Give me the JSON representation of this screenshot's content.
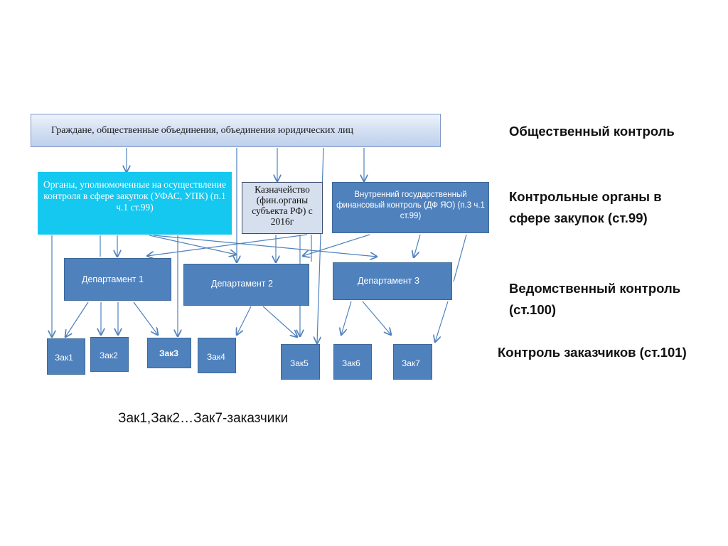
{
  "diagram": {
    "top_box": "Граждане, общественные объединения, объединения юридических лиц",
    "organs_box": "Органы, уполномоченные на осуществление контроля в сфере закупок (УФАС, УПК) (п.1 ч.1 ст.99)",
    "treasury_box": "Казначейство (фин.органы субъекта РФ) с 2016г",
    "internal_box": "Внутренний государственный финансовый контроль (ДФ ЯО) (п.3 ч.1 ст.99)",
    "departments": [
      "Департамент 1",
      "Департамент 2",
      "Департамент 3"
    ],
    "customers": [
      "Зак1",
      "Зак2",
      "Зак3",
      "Зак4",
      "Зак5",
      "Зак6",
      "Зак7"
    ]
  },
  "side_labels": {
    "public_control": "Общественный контроль",
    "control_organs": "Контрольные органы в сфере закупок (ст.99)",
    "departmental_control": "Ведомственный контроль (ст.100)",
    "customer_control": "Контроль заказчиков (ст.101)"
  },
  "legend": "Зак1,Зак2…Зак7-заказчики",
  "colors": {
    "arrow": "#4f81bd",
    "box_fill": "#4f81bd",
    "cyan_fill": "#14c8f0",
    "treasury_fill": "#d6dfee"
  }
}
